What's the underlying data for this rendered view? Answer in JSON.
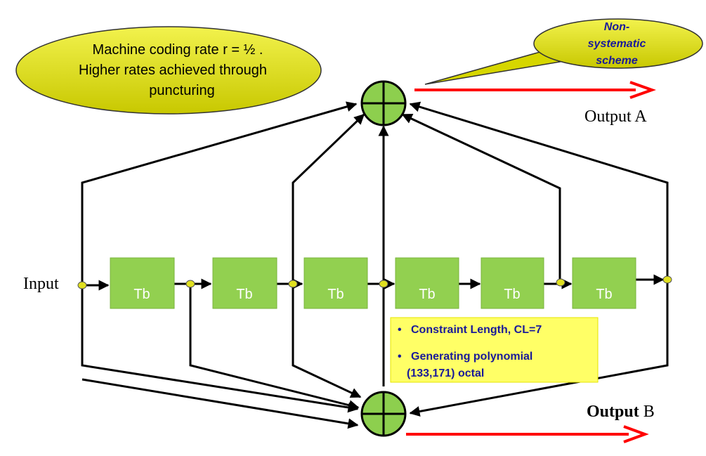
{
  "shift_registers": [
    "Tb",
    "Tb",
    "Tb",
    "Tb",
    "Tb",
    "Tb"
  ],
  "input_label": "Input",
  "output_a": {
    "label": "Output A"
  },
  "output_b": {
    "bold_part": "Output",
    "rest": " B"
  },
  "rate_bubble": {
    "line1": "Machine coding rate r = ½ .",
    "line2": "Higher rates achieved through",
    "line3": "puncturing"
  },
  "callout": {
    "line1": "Non-",
    "line2": "systematic",
    "line3": "scheme"
  },
  "info_box": {
    "bullet1": "Constraint Length, CL=7",
    "bullet2_line1": "Generating polynomial",
    "bullet2_line2": "(133,171) octal"
  },
  "colors": {
    "register_fill": "#92d050",
    "adder_fill": "#8dcf4e",
    "bubble_fill": "#e6e600",
    "info_fill": "#ffff66",
    "output_arrow": "#ff0000",
    "tap_dot": "#e0e020"
  }
}
